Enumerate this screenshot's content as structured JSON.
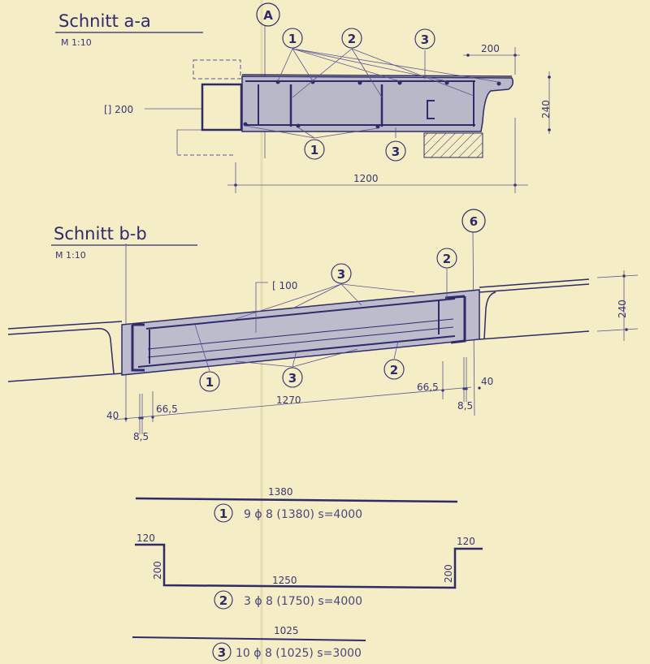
{
  "section_aa": {
    "title": "Schnitt a-a",
    "scale": "M 1:10",
    "axis": "A",
    "callouts_top": [
      "1",
      "2",
      "3"
    ],
    "callouts_bottom": [
      "1",
      "3"
    ],
    "steel_profile": "[] 200",
    "dim_overhang": "200",
    "dim_height": "240",
    "dim_length": "1200"
  },
  "section_bb": {
    "title": "Schnitt b-b",
    "scale": "M 1:10",
    "axis": "6",
    "callouts": [
      "3",
      "2",
      "1",
      "3",
      "2"
    ],
    "channel_profile": "[ 100",
    "dim_length": "1270",
    "dim_left": [
      "40",
      "8,5",
      "66,5"
    ],
    "dim_right": [
      "66,5",
      "8,5",
      "40"
    ],
    "dim_height": "240"
  },
  "bars": [
    {
      "number": "1",
      "length_label": "1380",
      "spec": "9 ϕ 8 (1380) s=4000"
    },
    {
      "number": "2",
      "hook_left": "120",
      "leg_left": "200",
      "length_label": "1250",
      "leg_right": "200",
      "hook_right": "120",
      "spec": "3 ϕ 8 (1750) s=4000"
    },
    {
      "number": "3",
      "length_label": "1025",
      "spec": "10 ϕ 8 (1025) s=3000"
    }
  ]
}
